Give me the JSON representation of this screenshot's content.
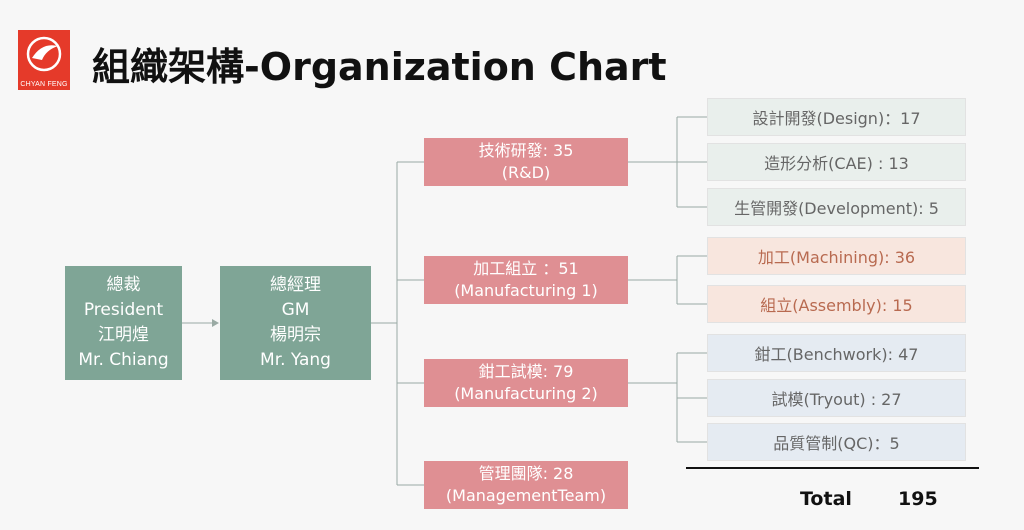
{
  "logo": {
    "text": "CHYAN FENG"
  },
  "title": "組織架構-Organization Chart",
  "president": {
    "lines": [
      "總裁",
      "President",
      "江明煌",
      "Mr. Chiang"
    ]
  },
  "gm": {
    "lines": [
      "總經理",
      "GM",
      "楊明宗",
      "Mr. Yang"
    ]
  },
  "departments": [
    {
      "line1": "技術研發: 35",
      "line2": "(R&D)"
    },
    {
      "line1": "加工組立 ：51",
      "line2": "(Manufacturing 1)"
    },
    {
      "line1": "鉗工試模: 79",
      "line2": "(Manufacturing 2)"
    },
    {
      "line1": "管理團隊: 28",
      "line2": "(ManagementTeam)"
    }
  ],
  "subunits": [
    {
      "label": "設計開發(Design)：17"
    },
    {
      "label": "造形分析(CAE) : 13"
    },
    {
      "label": "生管開發(Development): 5"
    },
    {
      "label": "加工(Machining): 36"
    },
    {
      "label": "組立(Assembly): 15"
    },
    {
      "label": "鉗工(Benchwork): 47"
    },
    {
      "label": "試模(Tryout) : 27"
    },
    {
      "label": "品質管制(QC)：5"
    }
  ],
  "total": {
    "label": "Total",
    "value": "195"
  },
  "colors": {
    "exec": "#7fa596",
    "dept": "#df8f93",
    "sub_green": "#e9efec",
    "sub_peach": "#f8e6de",
    "sub_blue": "#e5ebf2",
    "logo": "#e53a2a"
  }
}
